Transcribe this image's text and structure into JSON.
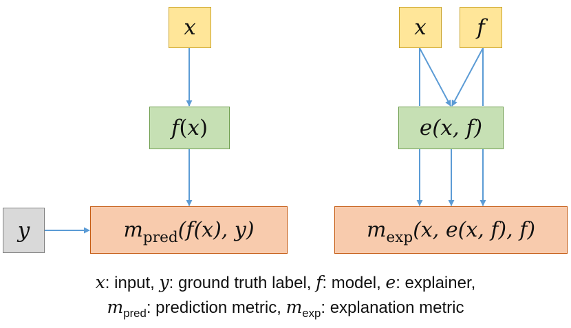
{
  "left_diagram": {
    "input_x": "x",
    "model_node": {
      "func": "f",
      "open": "(",
      "arg": "x",
      "close": ")"
    },
    "label_y": "y",
    "pred_metric": {
      "m": "m",
      "sub": "pred",
      "expr": "(f(x), y)"
    }
  },
  "right_diagram": {
    "input_x": "x",
    "input_f": "f",
    "explainer_node": {
      "func": "e",
      "expr": "(x, f)"
    },
    "exp_metric": {
      "m": "m",
      "sub": "exp",
      "expr": "(x, e(x, f), f)"
    }
  },
  "caption": {
    "line1": [
      {
        "sym": "x",
        "text": ": input, "
      },
      {
        "sym": "y",
        "text": ": ground truth label, "
      },
      {
        "sym": "f",
        "text": ": model, "
      },
      {
        "sym": "e",
        "text": ": explainer,"
      }
    ],
    "line2": [
      {
        "sym": "m",
        "sub": "pred",
        "text": ": prediction metric, "
      },
      {
        "sym": "m",
        "sub": "exp",
        "text": ": explanation metric"
      }
    ]
  },
  "colors": {
    "arrow": "#5b9bd5",
    "input_fill": "#ffe699",
    "model_fill": "#c6e0b4",
    "metric_fill": "#f8cbad",
    "label_fill": "#d9d9d9"
  }
}
